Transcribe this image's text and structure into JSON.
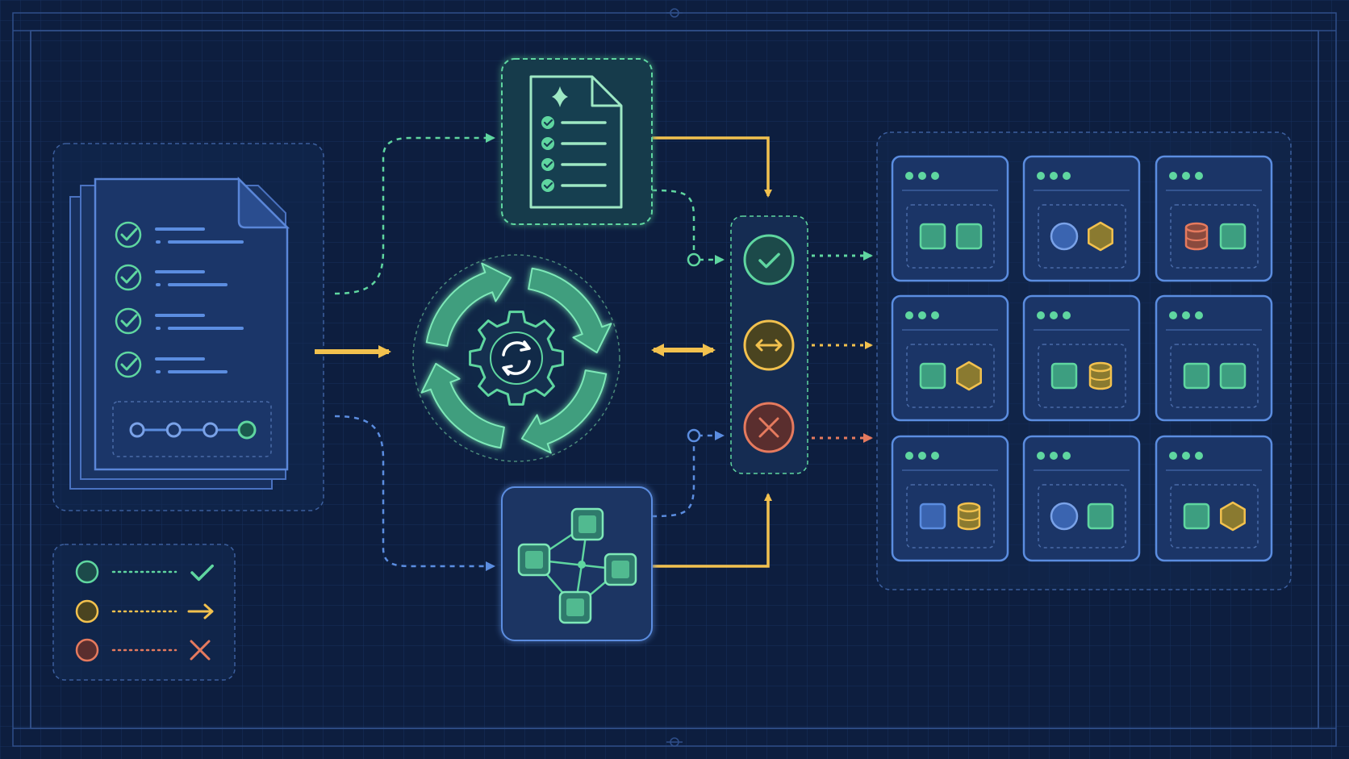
{
  "theme": {
    "background": "#0d1e3f",
    "grid": "#1a3160",
    "frame": "#3a5a9a",
    "panel_fill": "#15294f",
    "panel_stroke": "#3c5f9e",
    "green": "#5fd6a0",
    "yellow": "#f2c14e",
    "red": "#e57a5e",
    "blue": "#5b8de0"
  },
  "source_documents": {
    "checklist_icons": [
      "check-icon",
      "check-icon",
      "check-icon",
      "check-icon"
    ],
    "progress_steps": 4,
    "progress_active_step": 4
  },
  "nodes": {
    "top_document": "spec-document-icon",
    "center": "sync-gear-icon",
    "bottom": "network-graph-icon"
  },
  "status_column": [
    {
      "icon": "check-icon",
      "color": "#5fd6a0"
    },
    {
      "icon": "swap-arrows-icon",
      "color": "#f2c14e"
    },
    {
      "icon": "close-icon",
      "color": "#e57a5e"
    }
  ],
  "legend": [
    {
      "dot_color": "#5fd6a0",
      "icon": "check-icon"
    },
    {
      "dot_color": "#f2c14e",
      "icon": "arrow-right-icon"
    },
    {
      "dot_color": "#e57a5e",
      "icon": "close-icon"
    }
  ],
  "result_grid": [
    [
      "square",
      "square"
    ],
    [
      "circle",
      "hexagon"
    ],
    [
      "database",
      "square"
    ],
    [
      "square",
      "hexagon"
    ],
    [
      "square",
      "database"
    ],
    [
      "square",
      "square"
    ],
    [
      "square",
      "database"
    ],
    [
      "circle",
      "square"
    ],
    [
      "square",
      "hexagon"
    ]
  ]
}
